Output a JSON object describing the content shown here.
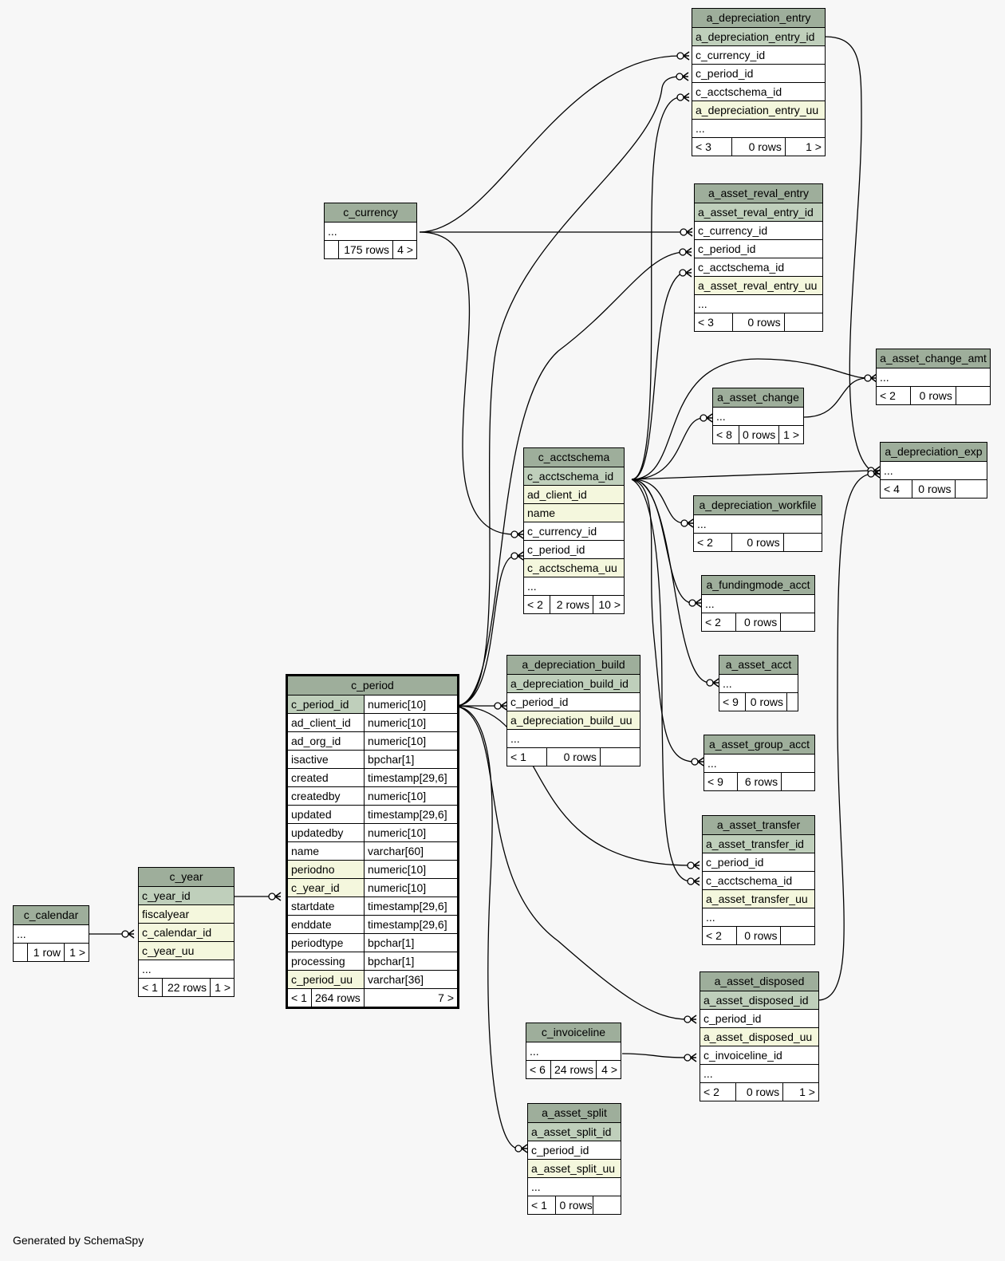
{
  "generated_by": "Generated by SchemaSpy",
  "tables": {
    "a_depreciation_entry": {
      "title": "a_depreciation_entry",
      "rows": [
        {
          "t": "a_depreciation_entry_id",
          "k": "pk"
        },
        {
          "t": "c_currency_id",
          "k": "plain"
        },
        {
          "t": "c_period_id",
          "k": "plain"
        },
        {
          "t": "c_acctschema_id",
          "k": "plain"
        },
        {
          "t": "a_depreciation_entry_uu",
          "k": "idx"
        },
        {
          "t": "...",
          "k": "plain"
        }
      ],
      "footer": [
        "< 3",
        "0 rows",
        "1 >"
      ]
    },
    "a_asset_reval_entry": {
      "title": "a_asset_reval_entry",
      "rows": [
        {
          "t": "a_asset_reval_entry_id",
          "k": "pk"
        },
        {
          "t": "c_currency_id",
          "k": "plain"
        },
        {
          "t": "c_period_id",
          "k": "plain"
        },
        {
          "t": "c_acctschema_id",
          "k": "plain"
        },
        {
          "t": "a_asset_reval_entry_uu",
          "k": "idx"
        },
        {
          "t": "...",
          "k": "plain"
        }
      ],
      "footer": [
        "< 3",
        "0 rows",
        ""
      ]
    },
    "c_currency": {
      "title": "c_currency",
      "rows": [
        {
          "t": "...",
          "k": "plain"
        }
      ],
      "footer": [
        "",
        "175 rows",
        "4 >"
      ]
    },
    "a_asset_change_amt": {
      "title": "a_asset_change_amt",
      "rows": [
        {
          "t": "...",
          "k": "plain"
        }
      ],
      "footer": [
        "< 2",
        "0 rows",
        ""
      ]
    },
    "a_asset_change": {
      "title": "a_asset_change",
      "rows": [
        {
          "t": "...",
          "k": "plain"
        }
      ],
      "footer": [
        "< 8",
        "0 rows",
        "1 >"
      ]
    },
    "a_depreciation_exp": {
      "title": "a_depreciation_exp",
      "rows": [
        {
          "t": "...",
          "k": "plain"
        }
      ],
      "footer": [
        "< 4",
        "0 rows",
        ""
      ]
    },
    "c_acctschema": {
      "title": "c_acctschema",
      "rows": [
        {
          "t": "c_acctschema_id",
          "k": "pk"
        },
        {
          "t": "ad_client_id",
          "k": "idx"
        },
        {
          "t": "name",
          "k": "idx"
        },
        {
          "t": "c_currency_id",
          "k": "plain"
        },
        {
          "t": "c_period_id",
          "k": "plain"
        },
        {
          "t": "c_acctschema_uu",
          "k": "idx"
        },
        {
          "t": "...",
          "k": "plain"
        }
      ],
      "footer": [
        "< 2",
        "2 rows",
        "10 >"
      ]
    },
    "a_depreciation_workfile": {
      "title": "a_depreciation_workfile",
      "rows": [
        {
          "t": "...",
          "k": "plain"
        }
      ],
      "footer": [
        "< 2",
        "0 rows",
        ""
      ]
    },
    "a_fundingmode_acct": {
      "title": "a_fundingmode_acct",
      "rows": [
        {
          "t": "...",
          "k": "plain"
        }
      ],
      "footer": [
        "< 2",
        "0 rows",
        ""
      ]
    },
    "a_asset_acct": {
      "title": "a_asset_acct",
      "rows": [
        {
          "t": "...",
          "k": "plain"
        }
      ],
      "footer": [
        "< 9",
        "0 rows",
        ""
      ]
    },
    "a_depreciation_build": {
      "title": "a_depreciation_build",
      "rows": [
        {
          "t": "a_depreciation_build_id",
          "k": "pk"
        },
        {
          "t": "c_period_id",
          "k": "plain"
        },
        {
          "t": "a_depreciation_build_uu",
          "k": "idx"
        },
        {
          "t": "...",
          "k": "plain"
        }
      ],
      "footer": [
        "< 1",
        "0 rows",
        ""
      ]
    },
    "a_asset_group_acct": {
      "title": "a_asset_group_acct",
      "rows": [
        {
          "t": "...",
          "k": "plain"
        }
      ],
      "footer": [
        "< 9",
        "6 rows",
        ""
      ]
    },
    "a_asset_transfer": {
      "title": "a_asset_transfer",
      "rows": [
        {
          "t": "a_asset_transfer_id",
          "k": "pk"
        },
        {
          "t": "c_period_id",
          "k": "plain"
        },
        {
          "t": "c_acctschema_id",
          "k": "plain"
        },
        {
          "t": "a_asset_transfer_uu",
          "k": "idx"
        },
        {
          "t": "...",
          "k": "plain"
        }
      ],
      "footer": [
        "< 2",
        "0 rows",
        ""
      ]
    },
    "c_calendar": {
      "title": "c_calendar",
      "rows": [
        {
          "t": "...",
          "k": "plain"
        }
      ],
      "footer": [
        "",
        "1 row",
        "1 >"
      ]
    },
    "c_year": {
      "title": "c_year",
      "rows": [
        {
          "t": "c_year_id",
          "k": "pk"
        },
        {
          "t": "fiscalyear",
          "k": "idx"
        },
        {
          "t": "c_calendar_id",
          "k": "idx"
        },
        {
          "t": "c_year_uu",
          "k": "idx"
        },
        {
          "t": "...",
          "k": "plain"
        }
      ],
      "footer": [
        "< 1",
        "22 rows",
        "1 >"
      ]
    },
    "c_period": {
      "title": "c_period",
      "rows": [
        {
          "t": "c_period_id",
          "ty": "numeric[10]",
          "k": "pk"
        },
        {
          "t": "ad_client_id",
          "ty": "numeric[10]",
          "k": "plain"
        },
        {
          "t": "ad_org_id",
          "ty": "numeric[10]",
          "k": "plain"
        },
        {
          "t": "isactive",
          "ty": "bpchar[1]",
          "k": "plain"
        },
        {
          "t": "created",
          "ty": "timestamp[29,6]",
          "k": "plain"
        },
        {
          "t": "createdby",
          "ty": "numeric[10]",
          "k": "plain"
        },
        {
          "t": "updated",
          "ty": "timestamp[29,6]",
          "k": "plain"
        },
        {
          "t": "updatedby",
          "ty": "numeric[10]",
          "k": "plain"
        },
        {
          "t": "name",
          "ty": "varchar[60]",
          "k": "plain"
        },
        {
          "t": "periodno",
          "ty": "numeric[10]",
          "k": "idx"
        },
        {
          "t": "c_year_id",
          "ty": "numeric[10]",
          "k": "idx"
        },
        {
          "t": "startdate",
          "ty": "timestamp[29,6]",
          "k": "plain"
        },
        {
          "t": "enddate",
          "ty": "timestamp[29,6]",
          "k": "plain"
        },
        {
          "t": "periodtype",
          "ty": "bpchar[1]",
          "k": "plain"
        },
        {
          "t": "processing",
          "ty": "bpchar[1]",
          "k": "plain"
        },
        {
          "t": "c_period_uu",
          "ty": "varchar[36]",
          "k": "idx"
        }
      ],
      "footer": [
        "< 1",
        "264 rows",
        "7 >"
      ]
    },
    "a_asset_disposed": {
      "title": "a_asset_disposed",
      "rows": [
        {
          "t": "a_asset_disposed_id",
          "k": "pk"
        },
        {
          "t": "c_period_id",
          "k": "plain"
        },
        {
          "t": "a_asset_disposed_uu",
          "k": "idx"
        },
        {
          "t": "c_invoiceline_id",
          "k": "plain"
        },
        {
          "t": "...",
          "k": "plain"
        }
      ],
      "footer": [
        "< 2",
        "0 rows",
        "1 >"
      ]
    },
    "c_invoiceline": {
      "title": "c_invoiceline",
      "rows": [
        {
          "t": "...",
          "k": "plain"
        }
      ],
      "footer": [
        "< 6",
        "24 rows",
        "4 >"
      ]
    },
    "a_asset_split": {
      "title": "a_asset_split",
      "rows": [
        {
          "t": "a_asset_split_id",
          "k": "pk"
        },
        {
          "t": "c_period_id",
          "k": "plain"
        },
        {
          "t": "a_asset_split_uu",
          "k": "idx"
        },
        {
          "t": "...",
          "k": "plain"
        }
      ],
      "footer": [
        "< 1",
        "0 rows",
        ""
      ]
    }
  },
  "colors": {
    "header": "#9eae9b",
    "primary_key": "#bfcfbb",
    "indexed": "#f4f7dd",
    "background": "#f7f7f7"
  }
}
